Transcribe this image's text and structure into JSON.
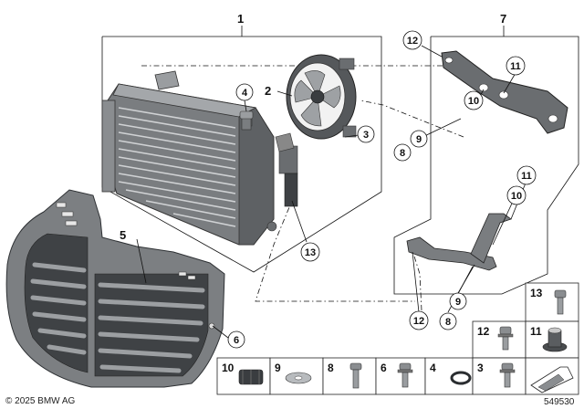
{
  "callouts": {
    "c1": "1",
    "c2": "2",
    "c3": "3",
    "c4": "4",
    "c5": "5",
    "c6": "6",
    "c7": "7",
    "c8a": "8",
    "c8b": "8",
    "c9a": "9",
    "c9b": "9",
    "c10a": "10",
    "c10b": "10",
    "c11a": "11",
    "c11b": "11",
    "c12a": "12",
    "c12b": "12",
    "c13": "13"
  },
  "legend": {
    "r1": [
      "13"
    ],
    "r2": [
      "12",
      "11"
    ],
    "r3": [
      "10",
      "9",
      "8",
      "6",
      "4",
      "3"
    ]
  },
  "footer": {
    "copyright": "© 2025 BMW AG",
    "diagram_number": "549530"
  }
}
